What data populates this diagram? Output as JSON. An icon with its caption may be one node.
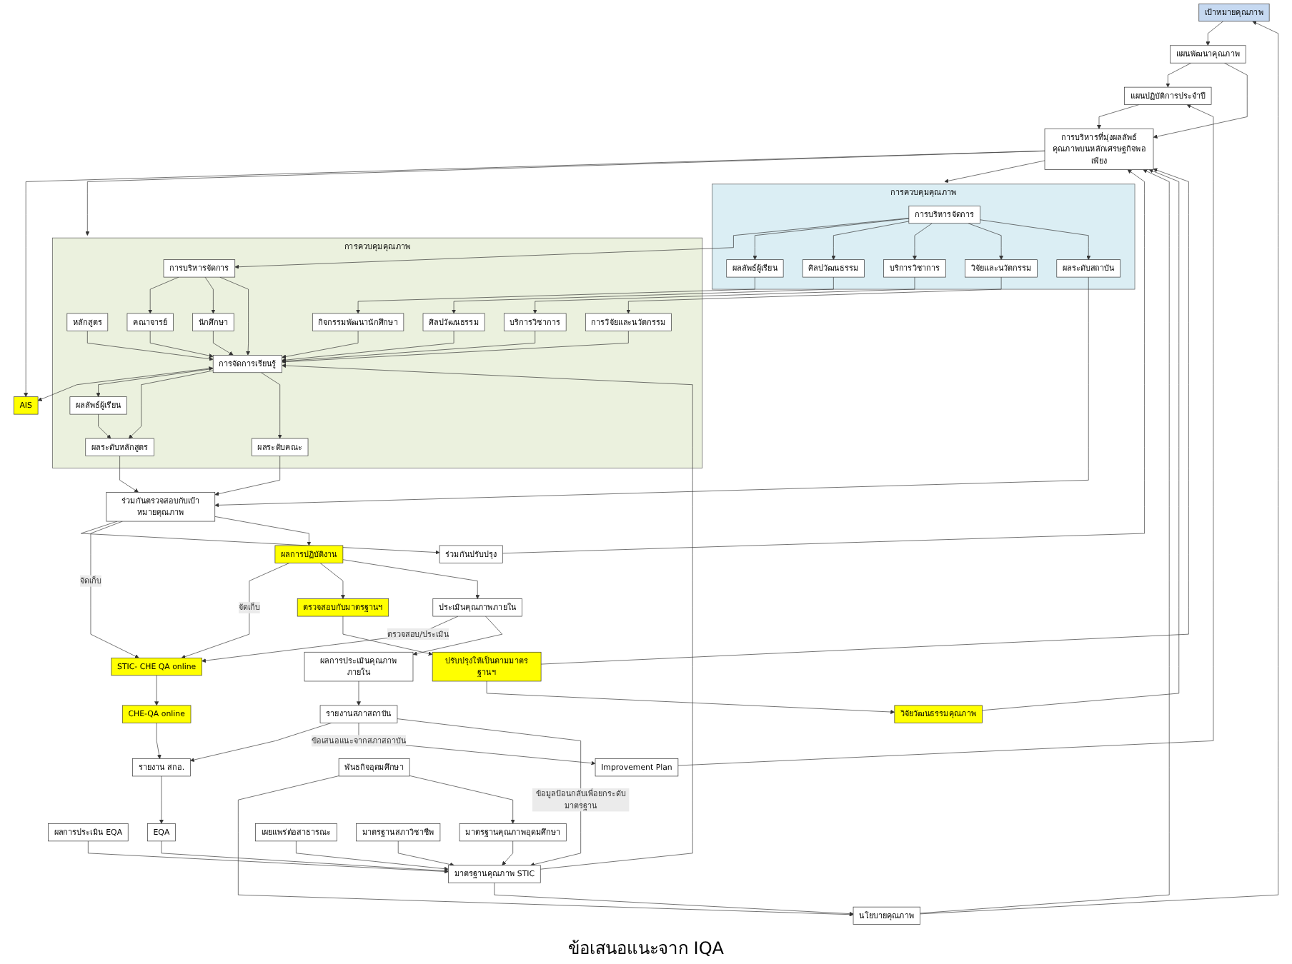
{
  "diagram": {
    "nodes": [
      {
        "text": [
          "เป้าหมายคุณภาพ"
        ]
      },
      {
        "text": [
          "แผนพัฒนาคุณภาพ"
        ]
      },
      {
        "text": [
          "แผนปฏิบัติการประจำปี"
        ]
      },
      {
        "text": [
          "Improvement Plan"
        ]
      },
      {
        "text": [
          "นโยบายคุณภาพ"
        ]
      },
      {
        "text": [
          "การบริหารที่มุ่งผลลัพธ์คุณภาพบนหลักเศรษฐกิจพอเพียง"
        ]
      },
      {
        "text": [
          "วิจัยวัฒนธรรมคุณภาพ"
        ]
      },
      {
        "text": [
          "ผลการประเมิน EQA"
        ]
      },
      {
        "text": [
          "AIS"
        ]
      },
      {
        "text": [
          "การควบคุมคุณภาพ"
        ]
      },
      {
        "text": [
          "หลักสูตร"
        ],
        "in": 9
      },
      {
        "text": [
          "การบริหารจัดการ"
        ],
        "in": 9
      },
      {
        "text": [
          "การควบคุมคุณภาพ"
        ]
      },
      {
        "text": [
          "การบริหารจัดการ"
        ],
        "in": 12
      },
      {
        "text": [
          "พันธกิจอุดมศึกษา"
        ]
      },
      {
        "text": [
          "คณาจารย์"
        ],
        "in": 9
      },
      {
        "text": [
          "กิจกรรมพัฒนานักศึกษา"
        ],
        "in": 9
      },
      {
        "text": [
          "ผลลัพธ์ผู้เรียน"
        ],
        "in": 12
      },
      {
        "text": [
          "นักศึกษา"
        ],
        "in": 9
      },
      {
        "text": [
          "ศิลปวัฒนธรรม"
        ],
        "in": 9
      },
      {
        "text": [
          "ศิลปวัฒนธรรม"
        ],
        "in": 12
      },
      {
        "text": [
          "มาตรฐานคุณภาพอุดมศึกษา"
        ]
      },
      {
        "text": [
          "มาตรฐานคุณภาพ STIC"
        ]
      },
      {
        "text": [
          "การจัดการเรียนรู้"
        ],
        "in": 9
      },
      {
        "text": [
          "บริการวิชาการ"
        ],
        "in": 9
      },
      {
        "text": [
          "บริการวิชาการ"
        ],
        "in": 12
      },
      {
        "text": [
          "EQA"
        ]
      },
      {
        "text": [
          "ผลลัพธ์ผู้เรียน"
        ],
        "in": 9
      },
      {
        "text": [
          "การวิจัยและนวัตกรรม"
        ],
        "in": 9
      },
      {
        "text": [
          "วิจัยและนวัตกรรม"
        ],
        "in": 12
      },
      {
        "text": [
          "เผยแพร่ต่อสาธารณะ"
        ]
      },
      {
        "text": [
          "ผลระดับหลักสูตร"
        ],
        "in": 9
      },
      {
        "text": [
          "ผลระดับคณะ"
        ],
        "in": 9
      },
      {
        "text": [
          "ผลระดับสถาบัน"
        ],
        "in": 12
      },
      {
        "text": [
          "มาตรฐานสภาวิชาชีพ"
        ]
      },
      {
        "text": [
          "ร่วมกันตรวจสอบกับเป้าหมายคุณภาพ"
        ]
      },
      {
        "text": [
          "ร่วมกันปรับปรุง"
        ]
      },
      {
        "text": [
          "STIC- CHE QA online"
        ]
      },
      {
        "text": [
          "CHE-QA online"
        ]
      },
      {
        "text": [
          "ผลการปฏิบัติงาน"
        ]
      },
      {
        "text": [
          "ตรวจสอบกับมาตรฐานฯ"
        ]
      },
      {
        "text": [
          "ปรับปรุงให้เป็นตามมาตรฐานฯ"
        ]
      },
      {
        "text": [
          "รายงาน สกอ."
        ]
      },
      {
        "text": [
          "ประเมินคุณภาพภายใน"
        ]
      },
      {
        "text": [
          "ผลการประเมินคุณภาพภายใน"
        ]
      },
      {
        "text": [
          "รายงานสภาสถาบัน"
        ]
      }
    ],
    "edges": [
      {
        "from": 0,
        "to": 1,
        "arrow": "to"
      },
      {
        "from": 1,
        "to": 2,
        "arrow": "to"
      },
      {
        "from": 3,
        "to": 2,
        "arrow": "to"
      },
      {
        "from": 1,
        "to": 5,
        "arrow": "to"
      },
      {
        "from": 2,
        "to": 5,
        "arrow": "to"
      },
      {
        "from": 4,
        "to": 0,
        "arrow": "to"
      },
      {
        "from": 4,
        "to": 5,
        "arrow": "to"
      },
      {
        "from": 6,
        "to": 5,
        "arrow": "to"
      },
      {
        "from": 5,
        "to": 8,
        "arrow": "to"
      },
      {
        "from": 5,
        "to": 9,
        "arrow": "to"
      },
      {
        "from": 5,
        "to": 12,
        "arrow": "to"
      },
      {
        "from": 14,
        "to": 4,
        "arrow": "to"
      },
      {
        "from": 14,
        "to": 21,
        "arrow": "to"
      },
      {
        "from": 21,
        "to": 22,
        "arrow": "to"
      },
      {
        "from": 7,
        "to": 22,
        "arrow": "to"
      },
      {
        "from": 22,
        "to": 4,
        "arrow": "to"
      },
      {
        "from": 22,
        "to": 23,
        "arrow": "to"
      },
      {
        "from": 23,
        "to": 8,
        "arrow": "both"
      },
      {
        "from": 13,
        "to": 11,
        "arrow": "to"
      },
      {
        "from": 13,
        "to": 17,
        "arrow": "to"
      },
      {
        "from": 13,
        "to": 20,
        "arrow": "to"
      },
      {
        "from": 13,
        "to": 25,
        "arrow": "to"
      },
      {
        "from": 13,
        "to": 29,
        "arrow": "to"
      },
      {
        "from": 13,
        "to": 33,
        "arrow": "to"
      },
      {
        "from": 17,
        "to": 16,
        "arrow": "to"
      },
      {
        "from": 20,
        "to": 19,
        "arrow": "to"
      },
      {
        "from": 25,
        "to": 24,
        "arrow": "to"
      },
      {
        "from": 29,
        "to": 28,
        "arrow": "to"
      },
      {
        "from": 11,
        "to": 15,
        "arrow": "to"
      },
      {
        "from": 11,
        "to": 18,
        "arrow": "to"
      },
      {
        "from": 10,
        "to": 23,
        "arrow": "to"
      },
      {
        "from": 15,
        "to": 23,
        "arrow": "to"
      },
      {
        "from": 18,
        "to": 23,
        "arrow": "to"
      },
      {
        "from": 11,
        "to": 23,
        "arrow": "to"
      },
      {
        "from": 16,
        "to": 23,
        "arrow": "to"
      },
      {
        "from": 19,
        "to": 23,
        "arrow": "to"
      },
      {
        "from": 24,
        "to": 23,
        "arrow": "to"
      },
      {
        "from": 28,
        "to": 23,
        "arrow": "to"
      },
      {
        "from": 23,
        "to": 27,
        "arrow": "to"
      },
      {
        "from": 23,
        "to": 31,
        "arrow": "to"
      },
      {
        "from": 27,
        "to": 31,
        "arrow": "to"
      },
      {
        "from": 23,
        "to": 32,
        "arrow": "to"
      },
      {
        "from": 31,
        "to": 35,
        "arrow": "to"
      },
      {
        "from": 32,
        "to": 35,
        "arrow": "to"
      },
      {
        "from": 33,
        "to": 35,
        "arrow": "to"
      },
      {
        "from": 35,
        "to": 36,
        "arrow": "to"
      },
      {
        "from": 35,
        "to": 37,
        "arrow": "to",
        "label": "จัดเก็บ"
      },
      {
        "from": 35,
        "to": 39,
        "arrow": "to"
      },
      {
        "from": 39,
        "to": 37,
        "arrow": "to",
        "label": "จัดเก็บ"
      },
      {
        "from": 39,
        "to": 40,
        "arrow": "to"
      },
      {
        "from": 40,
        "to": 41,
        "arrow": "to"
      },
      {
        "from": 39,
        "to": 43,
        "arrow": "to"
      },
      {
        "from": 37,
        "to": 38,
        "arrow": "to"
      },
      {
        "from": 38,
        "to": 42,
        "arrow": "to"
      },
      {
        "from": 43,
        "to": 37,
        "arrow": "to",
        "label": "ตรวจสอบ/ประเมิน"
      },
      {
        "from": 43,
        "to": 44,
        "arrow": "to"
      },
      {
        "from": 44,
        "to": 45,
        "arrow": "to"
      },
      {
        "from": 45,
        "to": 42,
        "arrow": "to"
      },
      {
        "from": 41,
        "to": 6,
        "arrow": "to"
      },
      {
        "from": 41,
        "to": 5,
        "arrow": "to"
      },
      {
        "from": 45,
        "to": 3,
        "arrow": "to",
        "label": "ข้อเสนอแนะจากสภาสถาบัน"
      },
      {
        "from": 45,
        "to": 22,
        "arrow": "to",
        "label": "ข้อมูลป้อนกลับเพื่อยกระดับมาตรฐาน"
      },
      {
        "from": 42,
        "to": 26,
        "arrow": "to"
      },
      {
        "from": 26,
        "to": 22,
        "arrow": "to"
      },
      {
        "from": 30,
        "to": 22,
        "arrow": "to"
      },
      {
        "from": 34,
        "to": 22,
        "arrow": "to"
      },
      {
        "from": 36,
        "to": 5,
        "arrow": "to"
      }
    ],
    "labels": [
      "ข้อเสนอแนะจาก IQA"
    ]
  }
}
